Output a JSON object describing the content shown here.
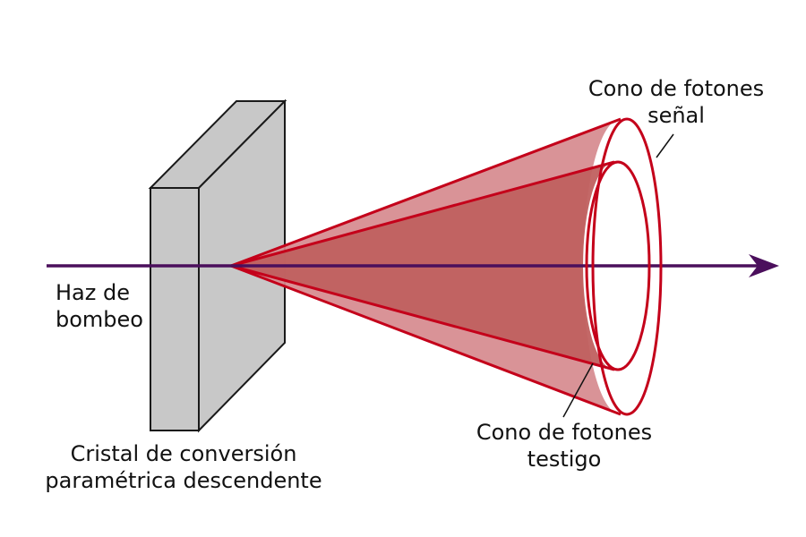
{
  "labels": {
    "signal_cone": [
      "Cono de fotones",
      "señal"
    ],
    "idler_cone": [
      "Cono de fotones",
      "testigo"
    ],
    "pump_beam": [
      "Haz de",
      "bombeo"
    ],
    "crystal": [
      "Cristal de conversión",
      "paramétrica descendente"
    ]
  },
  "colors": {
    "crystal_fill": "#c8c8c8",
    "crystal_stroke": "#1a1a1a",
    "cone_stroke": "#c4001a",
    "cone_fill_outer": "#d68a8e",
    "cone_fill_inner": "#c0605f",
    "beam": "#4b0f5c",
    "text": "#111111"
  }
}
